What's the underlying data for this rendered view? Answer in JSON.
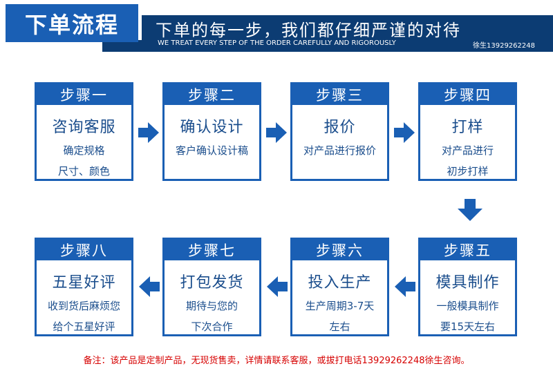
{
  "header": {
    "title": "下单流程",
    "slogan": "下单的每一步，我们都仔细严谨的对待",
    "slogan_en": "WE TREAT EVERY STEP OF THE ORDER CAREFULLY AND RIGOROUSLY",
    "phone": "徐生13929262248"
  },
  "steps": [
    {
      "label": "步骤一",
      "title": "咨询客服",
      "line1": "确定规格",
      "line2": "尺寸、颜色"
    },
    {
      "label": "步骤二",
      "title": "确认设计",
      "line1": "客户确认设计稿",
      "line2": ""
    },
    {
      "label": "步骤三",
      "title": "报价",
      "line1": "对产品进行报价",
      "line2": ""
    },
    {
      "label": "步骤四",
      "title": "打样",
      "line1": "对产品进行",
      "line2": "初步打样"
    },
    {
      "label": "步骤五",
      "title": "模具制作",
      "line1": "一般模具制作",
      "line2": "要15天左右"
    },
    {
      "label": "步骤六",
      "title": "投入生产",
      "line1": "生产周期3-7天",
      "line2": "左右"
    },
    {
      "label": "步骤七",
      "title": "打包发货",
      "line1": "期待与您的",
      "line2": "下次合作"
    },
    {
      "label": "步骤八",
      "title": "五星好评",
      "line1": "收到货后麻烦您",
      "line2": "给个五星好评"
    }
  ],
  "footer": {
    "note": "备注：该产品是定制产品，无现货售卖，详情请联系客服，或拔打电话13929262248徐生咨询。"
  },
  "colors": {
    "primary": "#1a5fb4",
    "dark": "#0c3c73",
    "note": "#d60000"
  }
}
